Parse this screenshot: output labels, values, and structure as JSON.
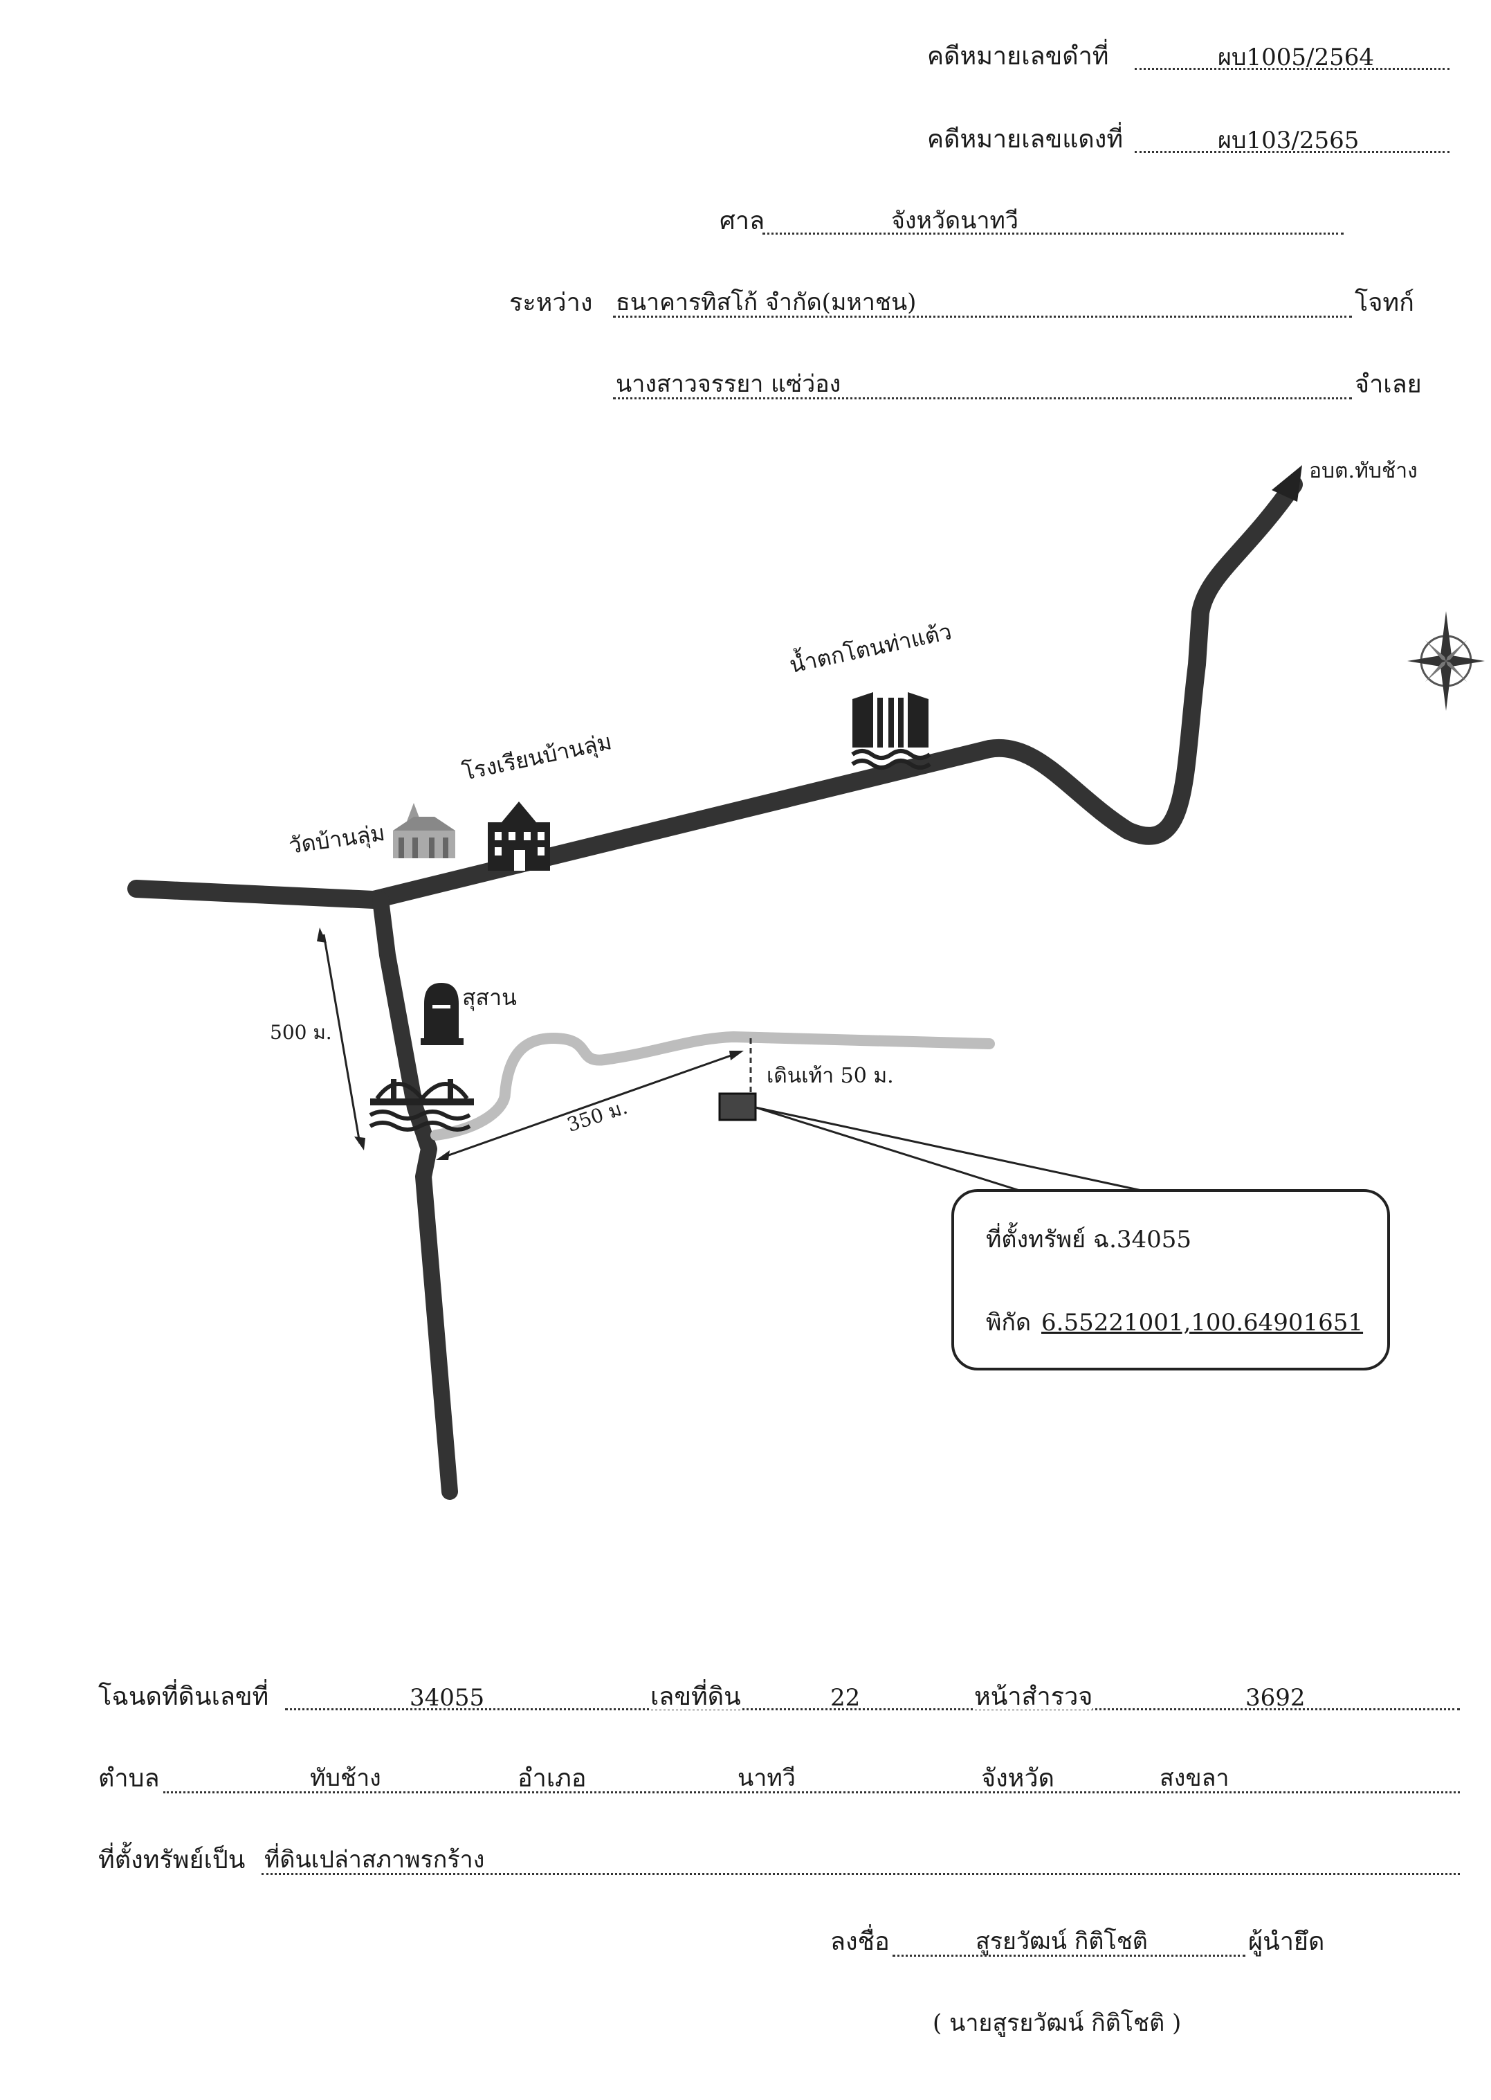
{
  "header": {
    "black_case_label": "คดีหมายเลขดำที่",
    "black_case_value": "ผบ1005/2564",
    "red_case_label": "คดีหมายเลขแดงที่",
    "red_case_value": "ผบ103/2565",
    "court_label": "ศาล",
    "court_value": "จังหวัดนาทวี",
    "between_label": "ระหว่าง",
    "plaintiff_value": "ธนาคารทิสโก้ จำกัด(มหาชน)",
    "plaintiff_role": "โจทก์",
    "defendant_value": "นางสาวจรรยา แซ่ว่อง",
    "defendant_role": "จำเลย"
  },
  "map": {
    "destination_label": "อบต.ทับช้าง",
    "waterfall_label": "น้ำตกโตนท่าแต้ว",
    "school_label": "โรงเรียนบ้านลุ่ม",
    "temple_label": "วัดบ้านลุ่ม",
    "cemetery_label": "สุสาน",
    "distance_road": "500 ม.",
    "distance_lane": "350 ม.",
    "walk_label": "เดินเท้า 50 ม.",
    "callout_line1": "ที่ตั้งทรัพย์ ฉ.34055",
    "callout_line2_label": "พิกัด",
    "callout_line2_value": "6.55221001,100.64901651",
    "icons": [
      "compass-rose-icon",
      "waterfall-icon",
      "school-icon",
      "temple-icon",
      "cemetery-icon",
      "bridge-icon",
      "arrow-icon"
    ]
  },
  "deed": {
    "deed_label": "โฉนดที่ดินเลขที่",
    "deed_value": "34055",
    "land_no_label": "เลขที่ดิน",
    "land_no_value": "22",
    "survey_label": "หน้าสำรวจ",
    "survey_value": "3692",
    "subdistrict_label": "ตำบล",
    "subdistrict_value": "ทับช้าง",
    "district_label": "อำเภอ",
    "district_value": "นาทวี",
    "province_label": "จังหวัด",
    "province_value": "สงขลา",
    "property_label": "ที่ตั้งทรัพย์เป็น",
    "property_value": "ที่ดินเปล่าสภาพรกร้าง"
  },
  "signature": {
    "sign_label": "ลงชื่อ",
    "sign_value": "สูรยวัฒน์ กิติโชติ",
    "sign_role": "ผู้นำยึด",
    "printed_name": "( นายสูรยวัฒน์ กิติโชติ )"
  },
  "colors": {
    "road": "#333333",
    "lane": "#bdbdbd",
    "ink": "#1a1a1a"
  }
}
